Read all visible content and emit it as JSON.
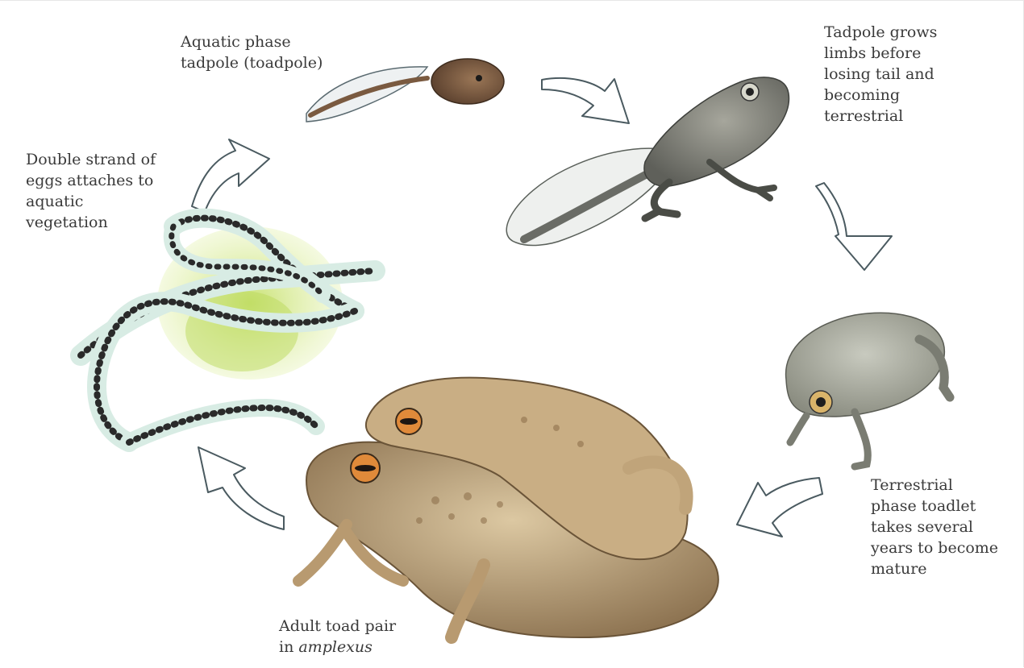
{
  "labels": {
    "tadpole": {
      "lines": [
        "Aquatic phase",
        "tadpole (toadpole)"
      ]
    },
    "limbs": {
      "lines": [
        "Tadpole grows",
        "limbs before",
        "losing tail and",
        "becoming",
        "terrestrial"
      ]
    },
    "eggs": {
      "lines": [
        "Double strand of",
        "eggs attaches to",
        "aquatic",
        "vegetation"
      ]
    },
    "toadlet": {
      "lines": [
        "Terrestrial",
        "phase toadlet",
        "takes several",
        "years to become",
        "mature"
      ]
    },
    "adult": {
      "line1": "Adult toad pair",
      "line2_prefix": "in ",
      "line2_italic": "amplexus"
    }
  },
  "colors": {
    "text": "#3a3a3a",
    "arrow_fill": "#ffffff",
    "arrow_stroke": "#4a5a60",
    "tadpole_body": "#7a5a40",
    "froglet_skin": "#8a8a80",
    "toad_skin": "#b8a07a",
    "vegetation": "#c8e07a",
    "egg": "#2a2a2a"
  }
}
